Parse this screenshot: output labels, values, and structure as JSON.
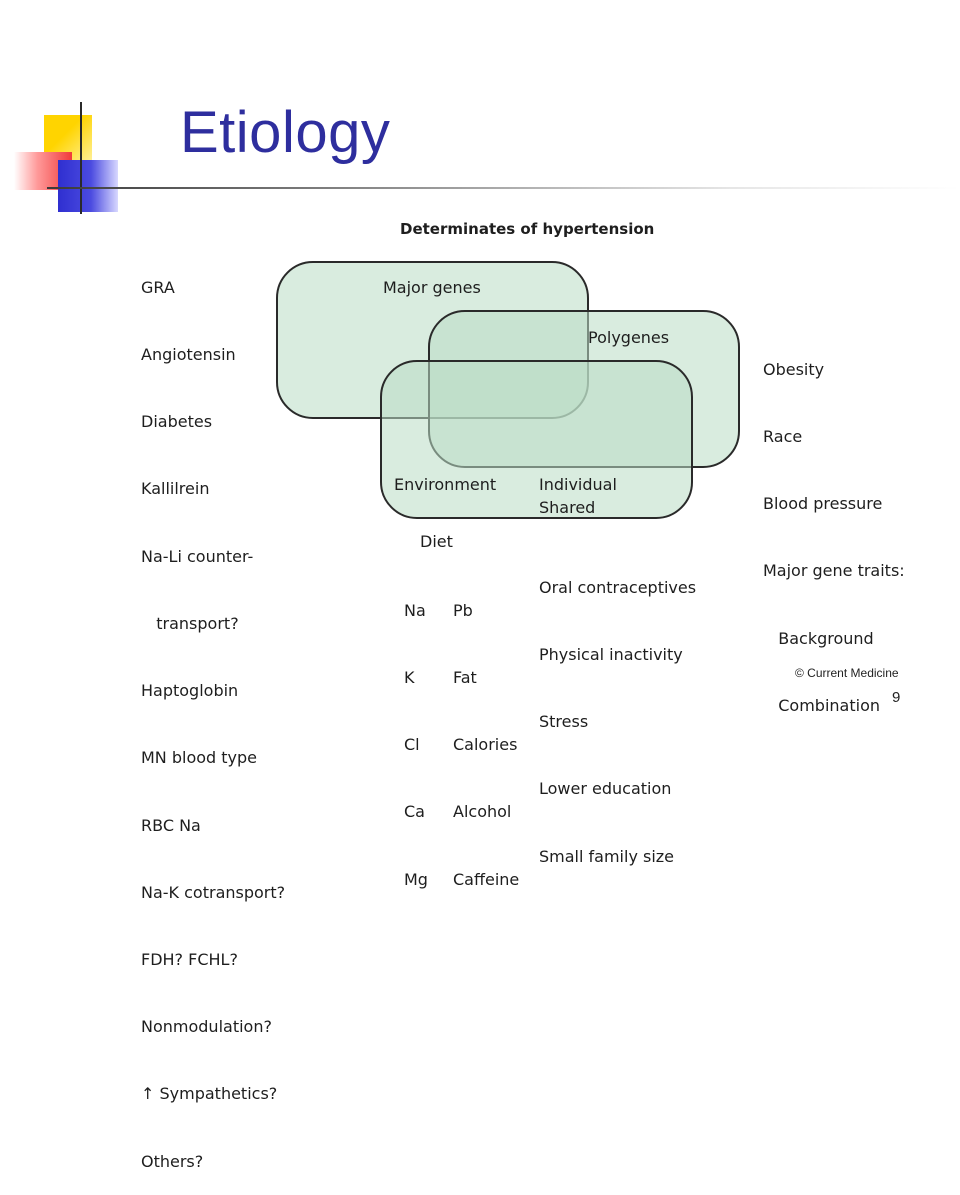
{
  "slide": {
    "title": "Etiology",
    "page_number": "9",
    "credit": "© Current Medicine"
  },
  "figure": {
    "title": "Determinates of hypertension",
    "sets": {
      "major_genes": "Major genes",
      "polygenes": "Polygenes",
      "environment": "Environment",
      "individual": "Individual",
      "shared": "Shared"
    },
    "major_genes_list": [
      "GRA",
      "Angiotensin",
      "Diabetes",
      "Kallilrein",
      "Na-Li counter-",
      "   transport?",
      "Haptoglobin",
      "MN blood type",
      "RBC Na",
      "Na-K cotransport?",
      "FDH? FCHL?",
      "Nonmodulation?",
      "↑ Sympathetics?",
      "Others?"
    ],
    "polygenes_list": [
      "Obesity",
      "Race",
      "Blood pressure",
      "Major gene traits:",
      "   Background",
      "   Combination"
    ],
    "diet": {
      "heading": "Diet",
      "col1": [
        "Na",
        "K",
        "Cl",
        "Ca",
        "Mg"
      ],
      "col2": [
        "Pb",
        "Fat",
        "Calories",
        "Alcohol",
        "Caffeine"
      ]
    },
    "environment_list": [
      "Oral contraceptives",
      "Physical inactivity",
      "Stress",
      "Lower education",
      "Small family size"
    ],
    "colors": {
      "fill": "#cfe6d6",
      "stroke": "#2a2a2a",
      "title": "#2e2e9e"
    }
  }
}
